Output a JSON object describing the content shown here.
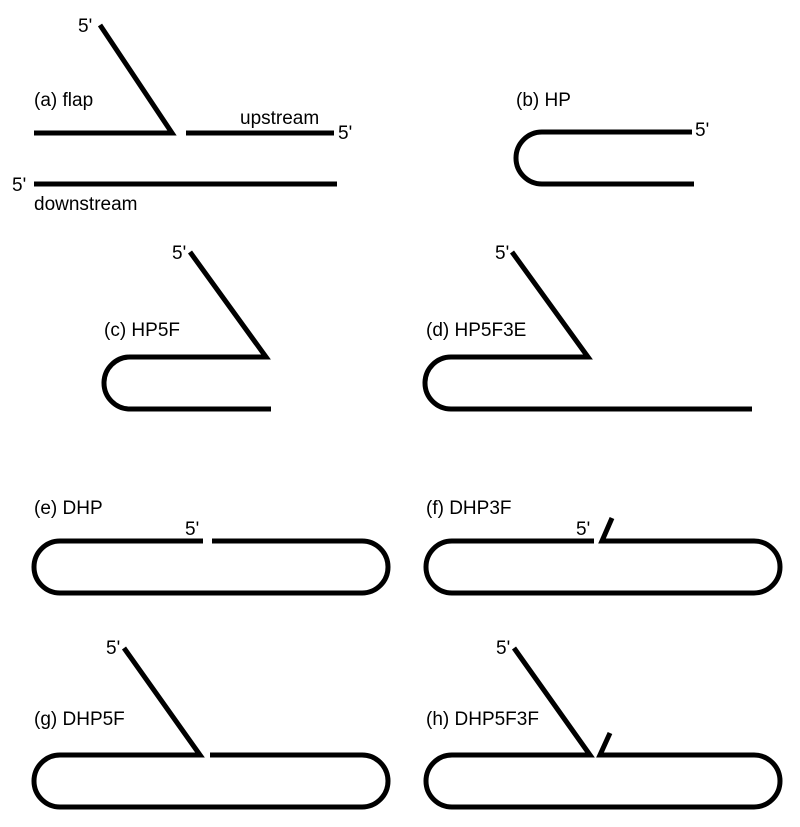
{
  "figure": {
    "panels": {
      "a": {
        "label": "(a) flap",
        "upstream_label": "upstream",
        "downstream_label": "downstream",
        "five_prime_flap": "5'",
        "five_prime_upstream": "5'",
        "five_prime_downstream": "5'"
      },
      "b": {
        "label": "(b) HP",
        "five_prime": "5'"
      },
      "c": {
        "label": "(c) HP5F",
        "five_prime": "5'"
      },
      "d": {
        "label": "(d) HP5F3E",
        "five_prime": "5'"
      },
      "e": {
        "label": "(e) DHP",
        "five_prime": "5'"
      },
      "f": {
        "label": "(f) DHP3F",
        "five_prime": "5'"
      },
      "g": {
        "label": "(g) DHP5F",
        "five_prime": "5'"
      },
      "h": {
        "label": "(h) DHP5F3F",
        "five_prime": "5'"
      }
    }
  }
}
